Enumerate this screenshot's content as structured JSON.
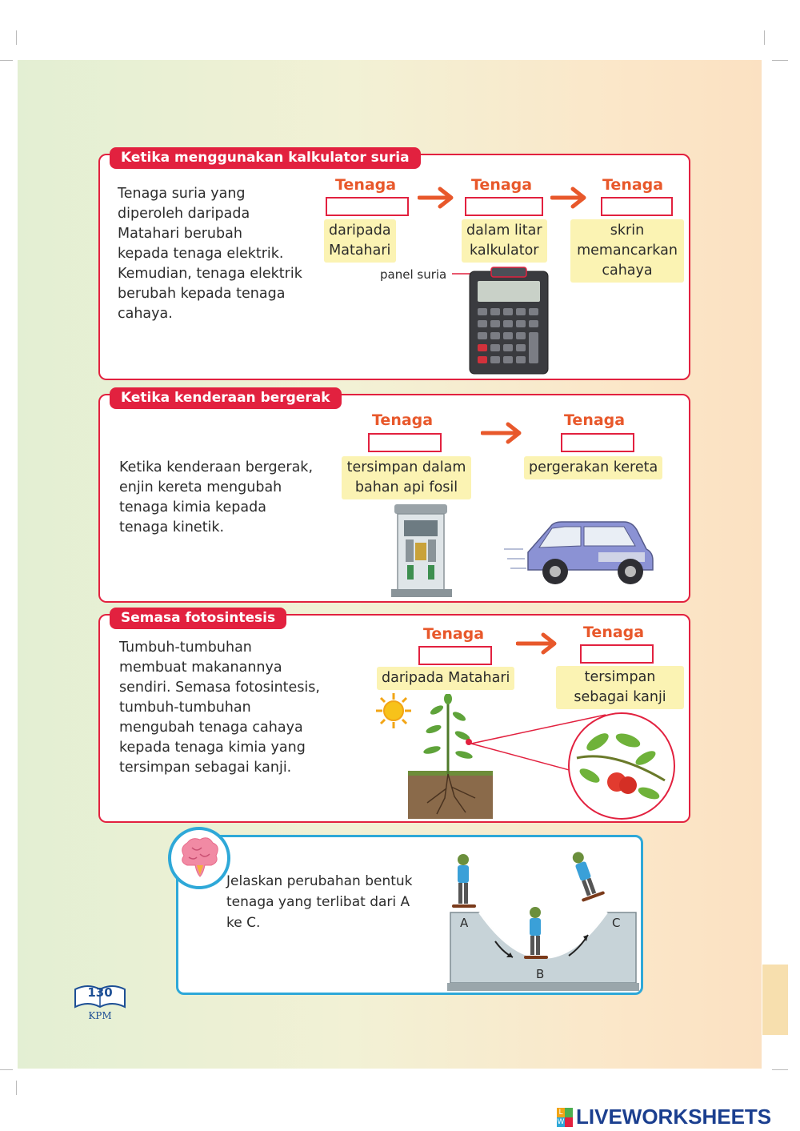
{
  "sections": {
    "calculator": {
      "title": "Ketika menggunakan kalkulator suria",
      "paragraph": [
        "Tenaga suria yang",
        "diperoleh daripada",
        "Matahari berubah",
        "kepada tenaga elektrik.",
        "Kemudian, tenaga elektrik",
        "berubah kepada tenaga",
        "cahaya."
      ],
      "tenaga_label": "Tenaga",
      "desc1": [
        "daripada",
        "Matahari"
      ],
      "desc2": [
        "dalam litar",
        "kalkulator"
      ],
      "desc3": [
        "skrin",
        "memancarkan",
        "cahaya"
      ],
      "panel_label": "panel suria"
    },
    "vehicle": {
      "title": "Ketika kenderaan bergerak",
      "paragraph": [
        "Ketika kenderaan bergerak,",
        "enjin kereta mengubah",
        "tenaga kimia kepada",
        "tenaga kinetik."
      ],
      "tenaga_label": "Tenaga",
      "desc1": [
        "tersimpan dalam",
        "bahan api fosil"
      ],
      "desc2": [
        "pergerakan kereta"
      ]
    },
    "photosynthesis": {
      "title": "Semasa fotosintesis",
      "paragraph": [
        "Tumbuh-tumbuhan",
        "membuat makanannya",
        "sendiri. Semasa fotosintesis,",
        "tumbuh-tumbuhan",
        "mengubah tenaga cahaya",
        "kepada tenaga kimia yang",
        "tersimpan sebagai kanji."
      ],
      "tenaga_label": "Tenaga",
      "desc1": [
        "daripada Matahari"
      ],
      "desc2": [
        "tersimpan",
        "sebagai kanji"
      ]
    }
  },
  "think": {
    "question": [
      "Jelaskan perubahan bentuk",
      "tenaga yang terlibat dari A",
      "ke C."
    ],
    "labels": {
      "a": "A",
      "b": "B",
      "c": "C"
    }
  },
  "footer": {
    "page_number": "130",
    "publisher": "KPM",
    "watermark": "LIVEWORKSHEETS",
    "watermark_logo": "LW"
  },
  "colors": {
    "accent_red": "#e2213f",
    "orange": "#e8582b",
    "highlight": "#fbf3b3",
    "think_blue": "#2ea8d8"
  }
}
